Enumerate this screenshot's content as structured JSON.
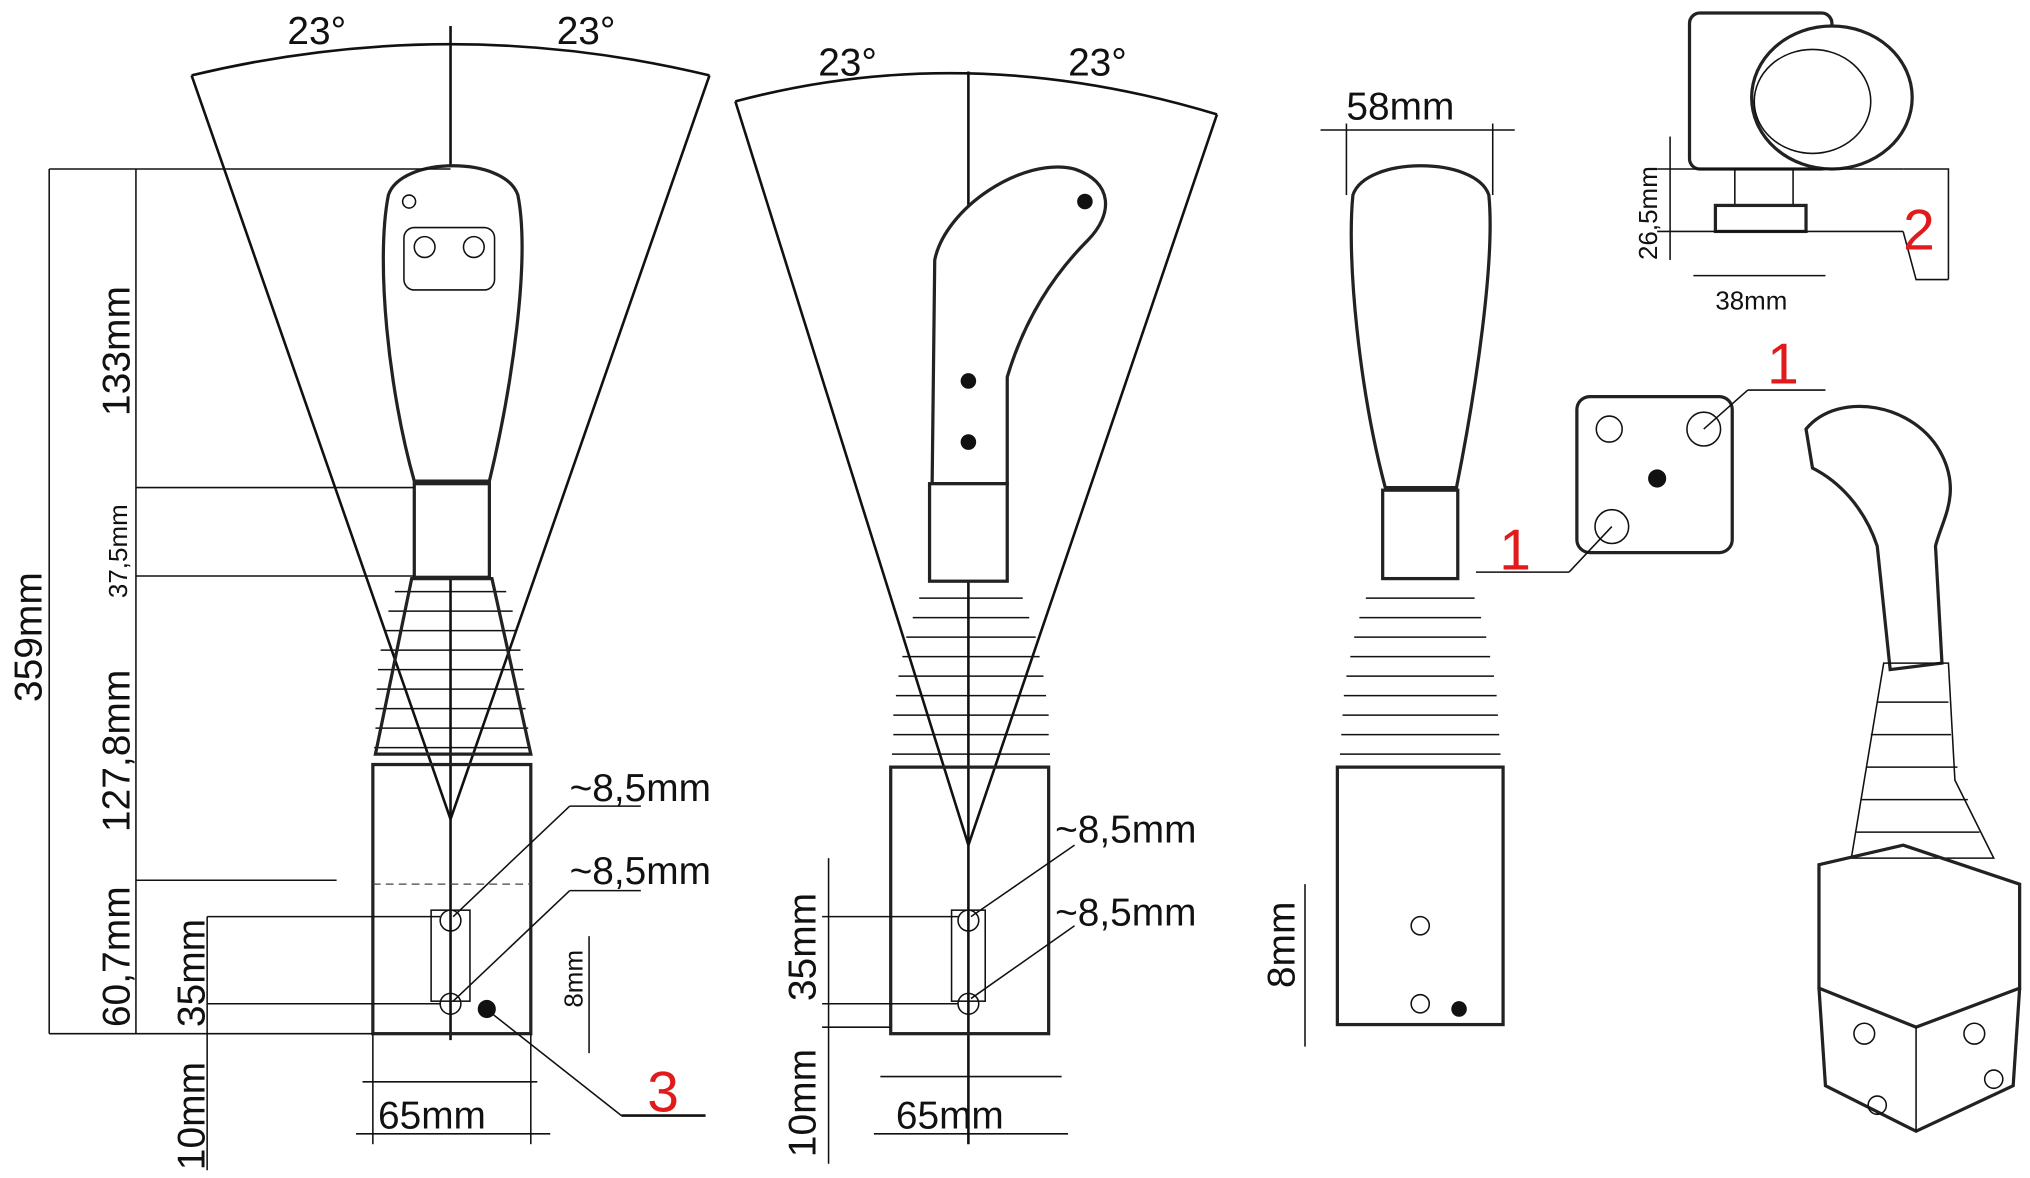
{
  "title": "Joystick dimension drawing",
  "front_view": {
    "angle_left": "23°",
    "angle_right": "23°",
    "total_height": "359mm",
    "handle_height": "133mm",
    "sleeve_height": "37,5mm",
    "bellows_height": "127,8mm",
    "base_height": "60,7mm",
    "hole_spacing": "35mm",
    "bottom_height": "10mm",
    "width": "65mm",
    "hole_dia_top": "~8,5mm",
    "hole_dia_bottom": "~8,5mm",
    "hole_offset": "8mm",
    "callout": "3"
  },
  "side_view": {
    "angle_left": "23°",
    "angle_right": "23°",
    "hole_dia_top": "~8,5mm",
    "hole_dia_bottom": "~8,5mm",
    "hole_spacing": "35mm",
    "bottom_height": "10mm",
    "width": "65mm"
  },
  "rear_view": {
    "width": "58mm",
    "hole_offset": "8mm"
  },
  "top_detail": {
    "height": "26,5mm",
    "width": "38mm",
    "callout": "2"
  },
  "mount_detail": {
    "callout_top": "1",
    "callout_left": "1"
  },
  "colors": {
    "callout": "#e11b1b",
    "line": "#111111"
  }
}
